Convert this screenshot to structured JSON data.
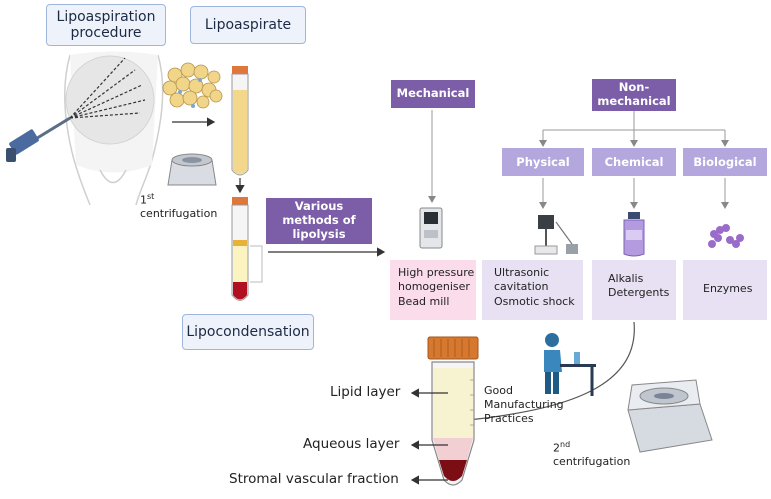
{
  "labels": {
    "lipoaspiration_procedure": "Lipoaspiration procedure",
    "lipoaspirate": "Lipoaspirate",
    "first_centrifugation_num": "1",
    "first_centrifugation_sup": "st",
    "first_centrifugation_text": "centrifugation",
    "various_methods": "Various methods of lipolysis",
    "lipocondensation": "Lipocondensation",
    "gmp": "Good Manufacturing Practices",
    "second_centrifugation_num": "2",
    "second_centrifugation_sup": "nd",
    "second_centrifugation_text": "centrifugation"
  },
  "categories": {
    "mechanical": "Mechanical",
    "non_mechanical": "Non-mechanical",
    "physical": "Physical",
    "chemical": "Chemical",
    "biological": "Biological"
  },
  "methods": {
    "mechanical_line1": "High pressure",
    "mechanical_line2": "homogeniser",
    "mechanical_line3": "Bead mill",
    "physical_line1": "Ultrasonic",
    "physical_line2": "cavitation",
    "physical_line3": "Osmotic shock",
    "chemical_line1": "Alkalis",
    "chemical_line2": "Detergents",
    "biological_line1": "Enzymes"
  },
  "layers": {
    "lipid": "Lipid layer",
    "aqueous": "Aqueous layer",
    "svf": "Stromal vascular fraction"
  },
  "colors": {
    "purple": "#7b5ea7",
    "lavender": "#b3a7dd",
    "pink_panel": "#fadcea",
    "lilac_panel": "#e7e1f3",
    "blue_box": "#eef3fb",
    "fat_yellow": "#f3d88b",
    "blood_red": "#b01020"
  },
  "icons": [
    "abdomen-icon",
    "syringe-icon",
    "fat-cells-icon",
    "test-tube-icon",
    "centrifuge-icon",
    "homogeniser-icon",
    "sonicator-icon",
    "reagent-bottle-icon",
    "enzyme-icon",
    "scientist-icon",
    "conical-tube-icon"
  ]
}
